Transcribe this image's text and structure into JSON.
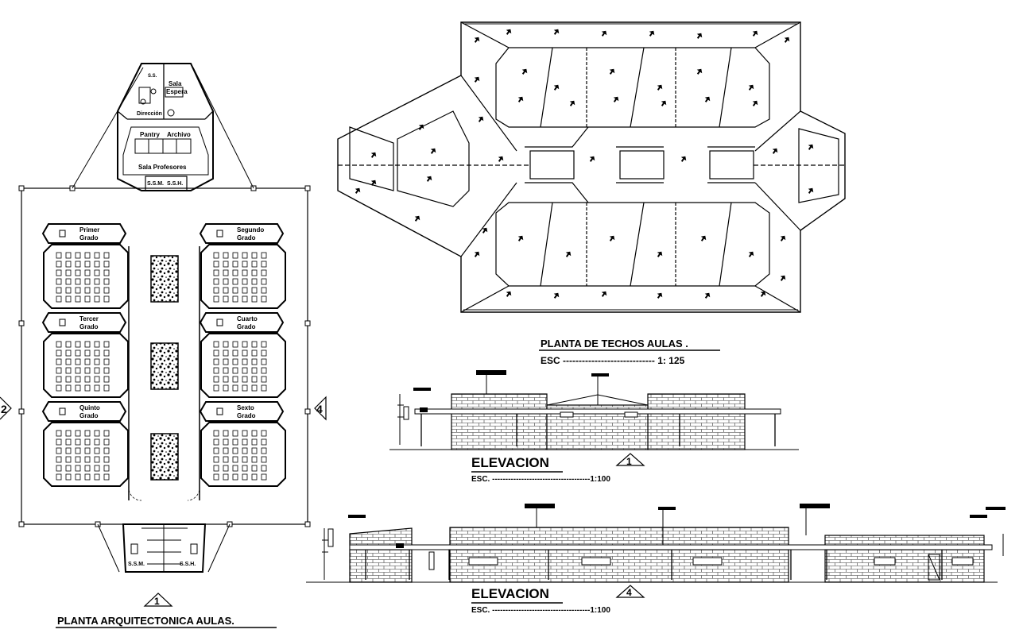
{
  "floor_plan": {
    "title": "PLANTA ARQUITECTONICA AULAS.",
    "marker": "1",
    "axis_left": "2",
    "axis_right": "4",
    "admin": {
      "ss": "S.S.",
      "sala": "Sala",
      "espera": "Espera",
      "direccion": "Dirección",
      "pantry": "Pantry",
      "archivo": "Archivo",
      "sala_profesores": "Sala Profesores",
      "ssm": "S.S.M.",
      "ssh": "S.S.H."
    },
    "classrooms": [
      {
        "line1": "Primer",
        "line2": "Grado"
      },
      {
        "line1": "Segundo",
        "line2": "Grado"
      },
      {
        "line1": "Tercer",
        "line2": "Grado"
      },
      {
        "line1": "Cuarto",
        "line2": "Grado"
      },
      {
        "line1": "Quinto",
        "line2": "Grado"
      },
      {
        "line1": "Sexto",
        "line2": "Grado"
      }
    ],
    "bottom_ssm": "S.S.M.",
    "bottom_ssh": "S.S.H."
  },
  "roof_plan": {
    "title": "PLANTA DE TECHOS AULAS .",
    "scale": "ESC ----------------------------- 1: 125"
  },
  "elevation_1": {
    "title": "ELEVACION",
    "marker": "1",
    "scale": "ESC. -------------------------------------1:100"
  },
  "elevation_2": {
    "title": "ELEVACION",
    "marker": "4",
    "scale": "ESC. -------------------------------------1:100"
  }
}
